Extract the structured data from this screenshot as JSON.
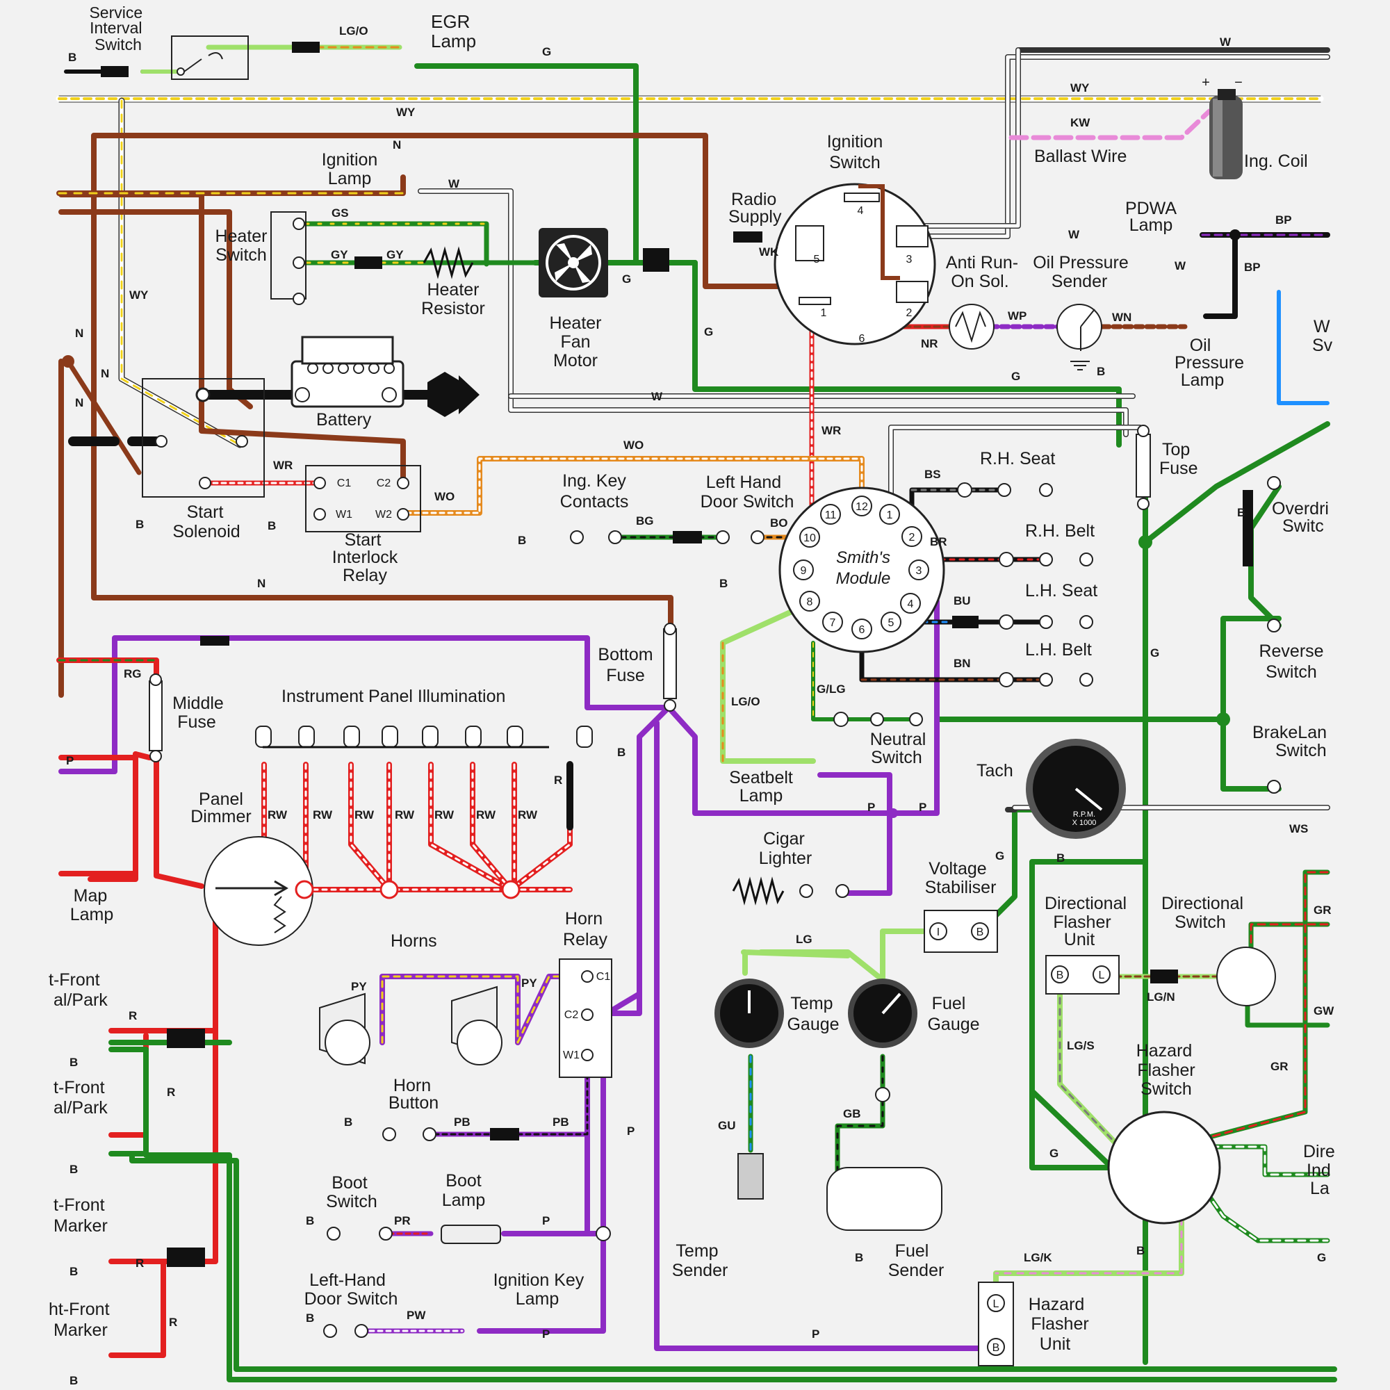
{
  "wire_colors": {
    "green": "#1f8a1f",
    "brown": "#8b3a1a",
    "purple": "#8e2bc4",
    "red": "#e32020",
    "white": "#ffffff",
    "black": "#111111",
    "yellow": "#f2d21a",
    "pink": "#e88ad8",
    "light_green": "#9fe06a",
    "blue": "#1e90ff",
    "orange": "#e58a1e",
    "slate": "#7a7a7a"
  },
  "components": {
    "service_interval_switch": [
      "Service",
      "Interval",
      "Switch"
    ],
    "egr_lamp": [
      "EGR",
      "Lamp"
    ],
    "ignition_lamp": [
      "Ignition",
      "Lamp"
    ],
    "ignition_switch": [
      "Ignition",
      "Switch"
    ],
    "radio_supply": [
      "Radio",
      "Supply"
    ],
    "ballast_wire": "Ballast Wire",
    "ing_coil": "Ing. Coil",
    "pdwa_lamp": [
      "PDWA",
      "Lamp"
    ],
    "heater_switch": [
      "Heater",
      "Switch"
    ],
    "heater_resistor": [
      "Heater",
      "Resistor"
    ],
    "heater_fan_motor": [
      "Heater",
      "Fan",
      "Motor"
    ],
    "anti_run_on_sol": [
      "Anti Run-",
      "On Sol."
    ],
    "oil_pressure_sender": [
      "Oil Pressure",
      "Sender"
    ],
    "oil_pressure_lamp": [
      "Oil",
      "Pressure",
      "Lamp"
    ],
    "battery": "Battery",
    "start_solenoid": [
      "Start",
      "Solenoid"
    ],
    "start_interlock_relay": [
      "Start",
      "Interlock",
      "Relay"
    ],
    "top_fuse": [
      "Top",
      "Fuse"
    ],
    "ing_key_contacts": [
      "Ing. Key",
      "Contacts"
    ],
    "left_hand_door_switch": [
      "Left Hand",
      "Door Switch"
    ],
    "smiths_module": [
      "Smith's",
      "Module"
    ],
    "rh_seat": "R.H. Seat",
    "rh_belt": "R.H. Belt",
    "lh_seat": "L.H. Seat",
    "lh_belt": "L.H. Belt",
    "overdrive_switch": [
      "Overdri",
      "Switc"
    ],
    "reverse_switch": [
      "Reverse",
      "Switch"
    ],
    "brake_lamp_switch": [
      "BrakeLan",
      "Switch"
    ],
    "bottom_fuse": [
      "Bottom",
      "Fuse"
    ],
    "middle_fuse": [
      "Middle",
      "Fuse"
    ],
    "instrument_panel_illumination": "Instrument Panel Illumination",
    "panel_dimmer": [
      "Panel",
      "Dimmer"
    ],
    "map_lamp": [
      "Map",
      "Lamp"
    ],
    "seatbelt_lamp": [
      "Seatbelt",
      "Lamp"
    ],
    "neutral_switch": [
      "Neutral",
      "Switch"
    ],
    "tach": "Tach",
    "tach_face": [
      "R.P.M.",
      "X 1000"
    ],
    "cigar_lighter": [
      "Cigar",
      "Lighter"
    ],
    "voltage_stabiliser": [
      "Voltage",
      "Stabiliser"
    ],
    "directional_flasher_unit": [
      "Directional",
      "Flasher",
      "Unit"
    ],
    "directional_switch": [
      "Directional",
      "Switch"
    ],
    "hazard_flasher_switch": [
      "Hazard",
      "Flasher",
      "Switch"
    ],
    "hazard_flasher_unit": [
      "Hazard",
      "Flasher",
      "Unit"
    ],
    "dir_ind_lamp": [
      "Dire",
      "Ind",
      "La"
    ],
    "horns": "Horns",
    "horn_relay": [
      "Horn",
      "Relay"
    ],
    "horn_button": [
      "Horn",
      "Button"
    ],
    "temp_gauge": [
      "Temp",
      "Gauge"
    ],
    "fuel_gauge": [
      "Fuel",
      "Gauge"
    ],
    "temp_sender": [
      "Temp",
      "Sender"
    ],
    "fuel_sender": [
      "Fuel",
      "Sender"
    ],
    "boot_switch": [
      "Boot",
      "Switch"
    ],
    "boot_lamp": [
      "Boot",
      "Lamp"
    ],
    "left_hand_door_switch_2": [
      "Left-Hand",
      "Door Switch"
    ],
    "ignition_key_lamp": [
      "Ignition Key",
      "Lamp"
    ],
    "left_front_signal": [
      "t-Front",
      "al/Park"
    ],
    "right_front_signal": [
      "t-Front",
      "al/Park"
    ],
    "left_front_marker": [
      "t-Front",
      "Marker"
    ],
    "right_front_marker": [
      "ht-Front",
      "Marker"
    ],
    "w_sw": [
      "W",
      "Sv"
    ]
  },
  "wire_codes": {
    "b": "B",
    "lg_o": "LG/O",
    "g": "G",
    "w": "W",
    "wy": "WY",
    "kw": "KW",
    "n": "N",
    "gs": "GS",
    "gy": "GY",
    "wk": "WK",
    "bp": "BP",
    "nr": "NR",
    "wp": "WP",
    "wn": "WN",
    "wr": "WR",
    "wo": "WO",
    "bs": "BS",
    "br": "BR",
    "bg": "BG",
    "bo": "BO",
    "bu": "BU",
    "bn": "BN",
    "lg_o2": "LG/O",
    "g_lg": "G/LG",
    "rg": "RG",
    "p": "P",
    "rw": "RW",
    "r": "R",
    "ws": "WS",
    "lg": "LG",
    "lg_n": "LG/N",
    "lg_s": "LG/S",
    "gr": "GR",
    "gw": "GW",
    "lg_k": "LG/K",
    "py": "PY",
    "pb": "PB",
    "gu": "GU",
    "gb": "GB",
    "pr": "PR",
    "pw": "PW"
  },
  "module_pins": [
    "1",
    "2",
    "3",
    "4",
    "5",
    "6",
    "7",
    "8",
    "9",
    "10",
    "11",
    "12"
  ],
  "switch_pins": [
    "1",
    "2",
    "3",
    "4",
    "5",
    "6"
  ],
  "relay_pins": {
    "c1": "C1",
    "c2": "C2",
    "w1": "W1",
    "w2": "W2"
  },
  "coil_terminals": {
    "plus": "+",
    "minus": "−"
  },
  "unit_terminals": {
    "i": "I",
    "b": "B",
    "l": "L"
  }
}
